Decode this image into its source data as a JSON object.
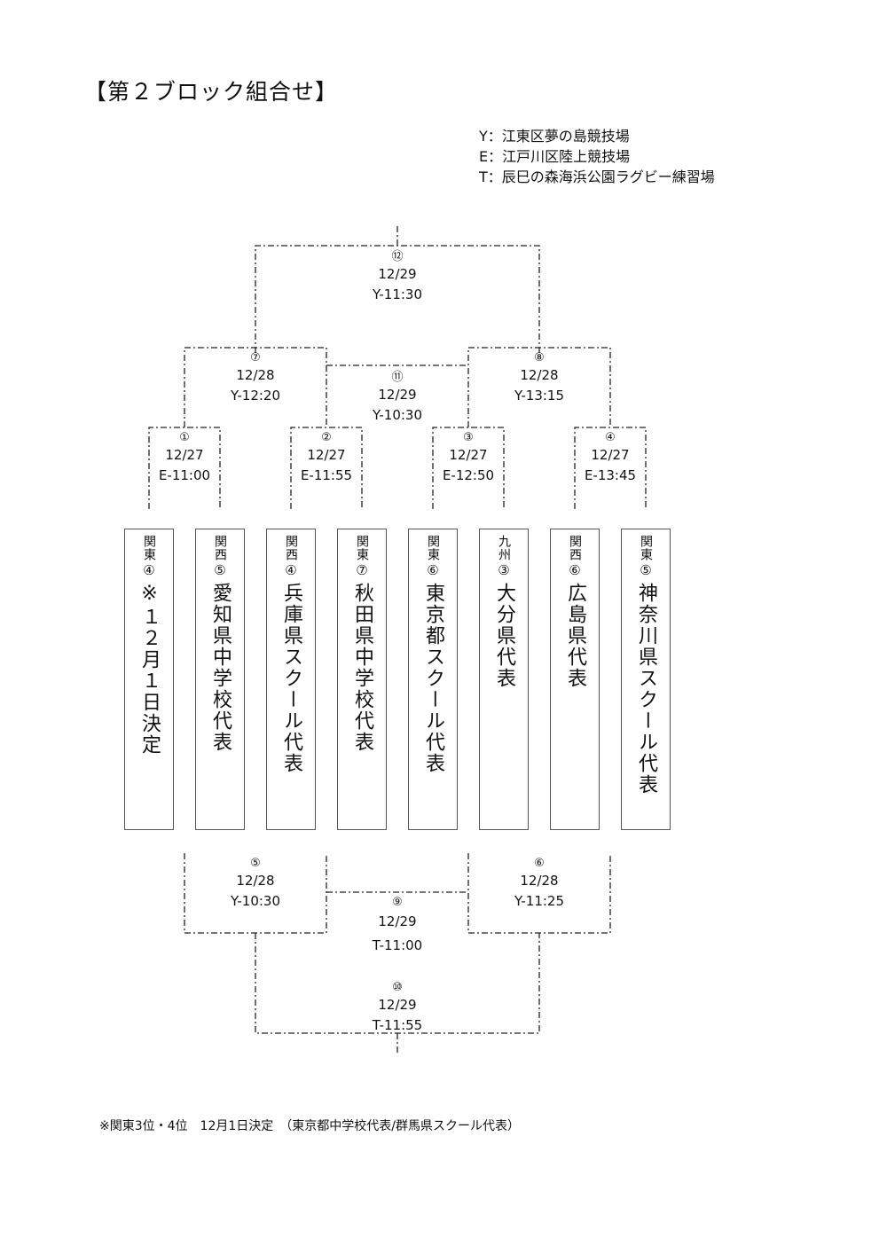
{
  "title": "【第２ブロック組合せ】",
  "venues": [
    "Y：江東区夢の島競技場",
    "E：江戸川区陸上競技場",
    "T：辰巳の森海浜公園ラグビー練習場"
  ],
  "matches": [
    {
      "num": "①",
      "date": "12/27",
      "time": "E-11:00"
    },
    {
      "num": "②",
      "date": "12/27",
      "time": "E-11:55"
    },
    {
      "num": "③",
      "date": "12/27",
      "time": "E-12:50"
    },
    {
      "num": "④",
      "date": "12/27",
      "time": "E-13:45"
    },
    {
      "num": "⑤",
      "date": "12/28",
      "time": "Y-10:30"
    },
    {
      "num": "⑥",
      "date": "12/28",
      "time": "Y-11:25"
    },
    {
      "num": "⑦",
      "date": "12/28",
      "time": "Y-12:20"
    },
    {
      "num": "⑧",
      "date": "12/28",
      "time": "Y-13:15"
    },
    {
      "num": "⑨",
      "date": "12/29",
      "time": "T-11:00"
    },
    {
      "num": "⑩",
      "date": "12/29",
      "time": "T-11:55"
    },
    {
      "num": "⑪",
      "date": "12/29",
      "time": "Y-10:30"
    },
    {
      "num": "⑫",
      "date": "12/29",
      "time": "Y-11:30"
    }
  ],
  "teams": [
    {
      "region": "関東",
      "seed": "④",
      "name": "※１２月１日決定"
    },
    {
      "region": "関西",
      "seed": "⑤",
      "name": "愛知県中学校代表"
    },
    {
      "region": "関西",
      "seed": "④",
      "name": "兵庫県スクール代表"
    },
    {
      "region": "関東",
      "seed": "⑦",
      "name": "秋田県中学校代表"
    },
    {
      "region": "関東",
      "seed": "⑥",
      "name": "東京都スクール代表"
    },
    {
      "region": "九州",
      "seed": "③",
      "name": "大分県代表"
    },
    {
      "region": "関西",
      "seed": "⑥",
      "name": "広島県代表"
    },
    {
      "region": "関東",
      "seed": "⑤",
      "name": "神奈川県スクール代表"
    }
  ],
  "footnote": "※関東3位・4位　12月1日決定　（東京都中学校代表/群馬県スクール代表）"
}
